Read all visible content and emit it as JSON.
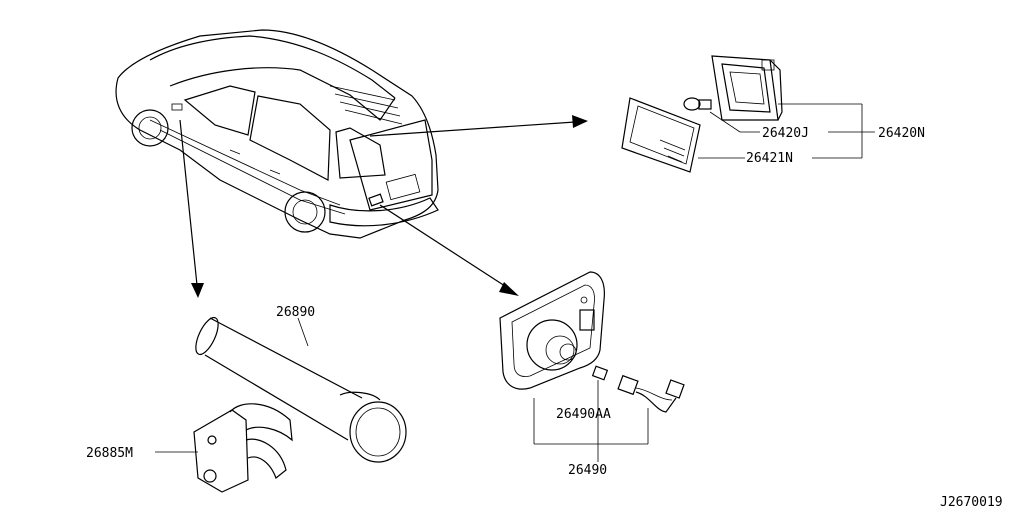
{
  "diagram_id": "J2670019",
  "parts": {
    "lamp_assembly": "26420N",
    "lamp_bulb": "26420J",
    "lamp_lens": "26421N",
    "flashlight": "26890",
    "flashlight_bracket": "26885M",
    "rear_lamp_socket": "26490AA",
    "rear_lamp_assembly": "26490"
  },
  "icons": {
    "vehicle": "station-wagon-icon",
    "arrow": "pointer-arrow-icon"
  },
  "colors": {
    "line": "#000000",
    "background": "#ffffff"
  }
}
